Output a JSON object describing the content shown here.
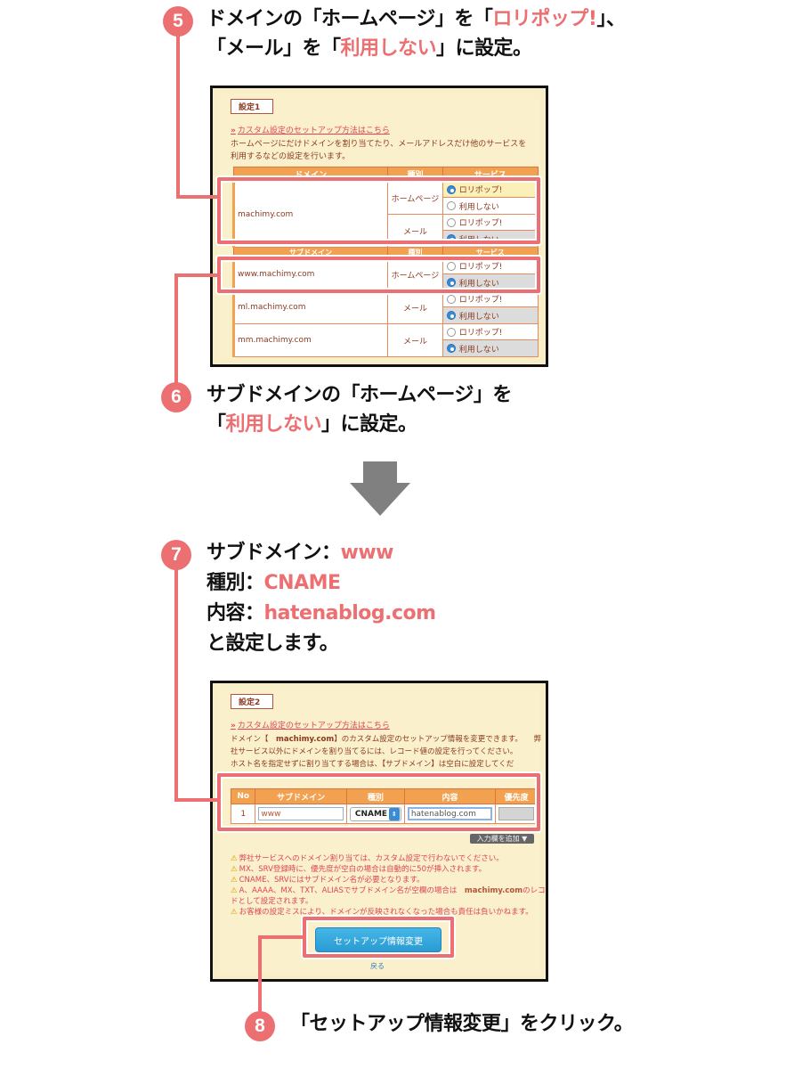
{
  "colors": {
    "accent": "#ec6f72",
    "table_header": "#f2a150",
    "panel_bg": "#faf0cb",
    "arrow": "#808080",
    "button_blue": "#2a9bd3"
  },
  "step5": {
    "number": "5",
    "line1_a": "ドメインの「ホームページ」を「",
    "line1_hl": "ロリポップ!",
    "line1_b": "」、",
    "line2_a": "「メール」を「",
    "line2_hl": "利用しない",
    "line2_b": "」に設定。"
  },
  "panel1": {
    "tag": "設定1",
    "help_chevron": "»",
    "help_link": "カスタム設定のセットアップ方法はこちら",
    "desc_line1": "ホームページにだけドメインを割り当てたり、メールアドレスだけ他のサービスを",
    "desc_line2": "利用するなどの設定を行います。",
    "domain_headers": [
      "ドメイン",
      "種別",
      "サービス"
    ],
    "subdomain_headers": [
      "サブドメイン",
      "種別",
      "サービス"
    ],
    "domain": {
      "name": "machimy.com",
      "rows": [
        {
          "kind": "ホームページ",
          "options": [
            "ロリポップ!",
            "利用しない"
          ],
          "selected": 0
        },
        {
          "kind": "メール",
          "options": [
            "ロリポップ!",
            "利用しない"
          ],
          "selected": 1
        }
      ]
    },
    "subdomains": [
      {
        "name": "www.machimy.com",
        "kind": "ホームページ",
        "options": [
          "ロリポップ!",
          "利用しない"
        ],
        "selected": 1
      },
      {
        "name": "ml.machimy.com",
        "kind": "メール",
        "options": [
          "ロリポップ!",
          "利用しない"
        ],
        "selected": 1
      },
      {
        "name": "mm.machimy.com",
        "kind": "メール",
        "options": [
          "ロリポップ!",
          "利用しない"
        ],
        "selected": 1
      }
    ]
  },
  "step6": {
    "number": "6",
    "line1": "サブドメインの「ホームページ」を",
    "line2_a": "「",
    "line2_hl": "利用しない",
    "line2_b": "」に設定。"
  },
  "arrow": {
    "icon": "arrow-down-icon"
  },
  "step7": {
    "number": "7",
    "l1_label": "サブドメイン：",
    "l1_value": "www",
    "l2_label": "種別：",
    "l2_value": "CNAME",
    "l3_label": "内容：",
    "l3_value": "hatenablog.com",
    "l4": "と設定します。"
  },
  "panel2": {
    "tag": "設定2",
    "help_chevron": "»",
    "help_link": "カスタム設定のセットアップ方法はこちら",
    "desc_line1_a": "ドメイン【　",
    "desc_line1_domain": "machimy.com",
    "desc_line1_b": "】のカスタム設定のセットアップ情報を変更できます。　　弊",
    "desc_line2": "社サービス以外にドメインを割り当てるには、レコード値の設定を行ってください。",
    "desc_line3": "ホスト名を指定せずに割り当てする場合は、【サブドメイン】は空白に設定してくだ",
    "headers": [
      "No",
      "サブドメイン",
      "種別",
      "内容",
      "優先度"
    ],
    "row": {
      "no": "1",
      "subdomain": "www",
      "type": "CNAME",
      "content": "hatenablog.com",
      "priority": ""
    },
    "add_row_button": "入力欄を追加 ▼",
    "notes": [
      {
        "warn": "⚠",
        "text": "弊社サービスへのドメイン割り当ては、カスタム設定で行わないでください。"
      },
      {
        "warn": "⚠",
        "text": "MX、SRV登録時に、優先度が空白の場合は自動的に50が挿入されます。"
      },
      {
        "warn": "⚠",
        "text": "CNAME、SRVにはサブドメイン名が必要となります。"
      },
      {
        "warn": "⚠",
        "text_a": "A、AAAA、MX、TXT、ALIASでサブドメイン名が空欄の場合は　",
        "domain": "machimy.com",
        "text_b": "のレコー"
      },
      {
        "text": "ドとして設定されます。"
      },
      {
        "warn": "⚠",
        "text": "お客様の設定ミスにより、ドメインが反映されなくなった場合も責任は負いかねます。"
      }
    ],
    "submit_button": "セットアップ情報変更",
    "back_link": "戻る"
  },
  "step8": {
    "number": "8",
    "text": "「セットアップ情報変更」をクリック。"
  }
}
